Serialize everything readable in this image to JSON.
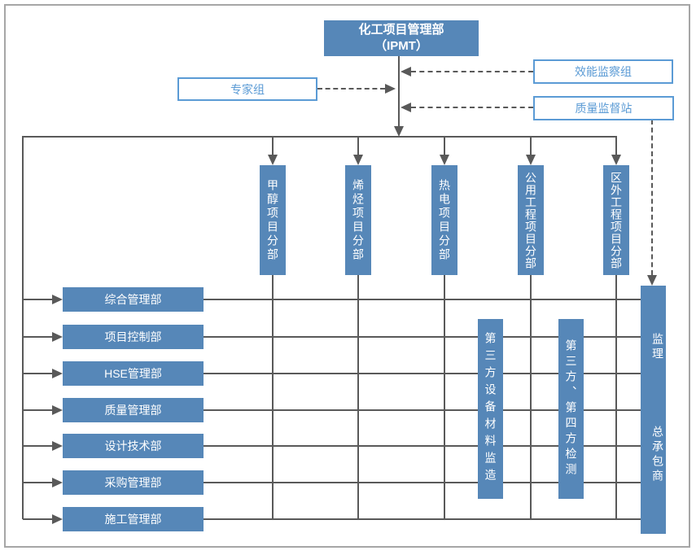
{
  "diagram": {
    "ipmt": {
      "line1": "化工项目管理部",
      "line2": "（IPMT）"
    },
    "advisors": {
      "expert_group": "专家组",
      "efficiency_group": "效能监察组",
      "quality_station": "质量监督站"
    },
    "project_divisions": [
      "甲醇项目分部",
      "烯烃项目分部",
      "热电项目分部",
      "公用工程项目分部",
      "区外工程项目分部"
    ],
    "departments": [
      "综合管理部",
      "项目控制部",
      "HSE管理部",
      "质量管理部",
      "设计技术部",
      "采购管理部",
      "施工管理部"
    ],
    "third_parties": [
      "第三方设备材料监造",
      "第三方、第四方检测"
    ],
    "contractor": {
      "supervision": "监理",
      "general_contractor": "总承包商"
    },
    "colors": {
      "box_fill": "#5687b8",
      "box_outline": "#5b9bd5",
      "connector_line": "#595959",
      "frame_border": "#a6a6a6"
    }
  }
}
